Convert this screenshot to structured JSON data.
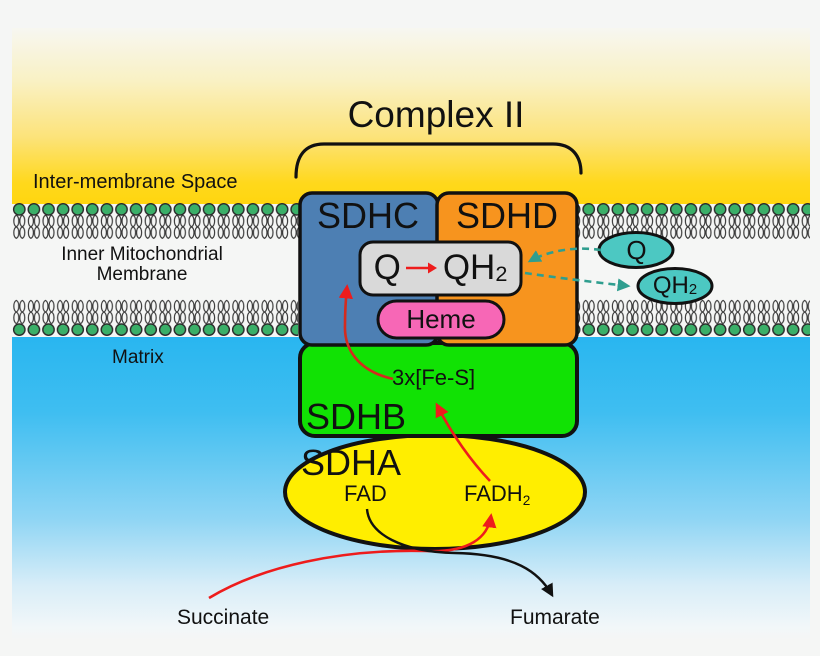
{
  "title": "Complex II",
  "regions": {
    "intermembrane_space": "Inter-membrane Space",
    "membrane_line1": "Inner Mitochondrial",
    "membrane_line2": "Membrane",
    "matrix": "Matrix"
  },
  "subunits": {
    "sdhc": "SDHC",
    "sdhd": "SDHD",
    "sdhb": "SDHB",
    "sdha": "SDHA"
  },
  "cofactors": {
    "q_box_q": "Q",
    "q_box_arrow_icon": "right-arrow",
    "q_box_qh": "QH",
    "q_box_sub": "2",
    "heme": "Heme",
    "iron_sulfur": "3x[Fe-S]",
    "fad": "FAD",
    "fadh_base": "FADH",
    "fadh_sub": "2"
  },
  "quinones": {
    "q_label": "Q",
    "qh_base": "QH",
    "qh_sub": "2"
  },
  "metabolites": {
    "substrate": "Succinate",
    "product": "Fumarate"
  },
  "colors": {
    "intermembrane_gold": "#ffd60f",
    "matrix_blue": "#29b6f0",
    "sdhc_blue": "#4d7fb3",
    "sdhd_orange": "#f7941e",
    "sdhb_green": "#11e204",
    "sdha_yellow": "#ffee00",
    "heme_pink": "#f767b6",
    "quinone_teal": "#4cc8c2",
    "q_box_gray": "#d9d9d9",
    "electron_arrow_red": "#ee1c1c",
    "quinone_dash_teal": "#2f9e8f",
    "lipid_head_green": "#3aaf68",
    "reaction_arrow_black": "#111111"
  }
}
